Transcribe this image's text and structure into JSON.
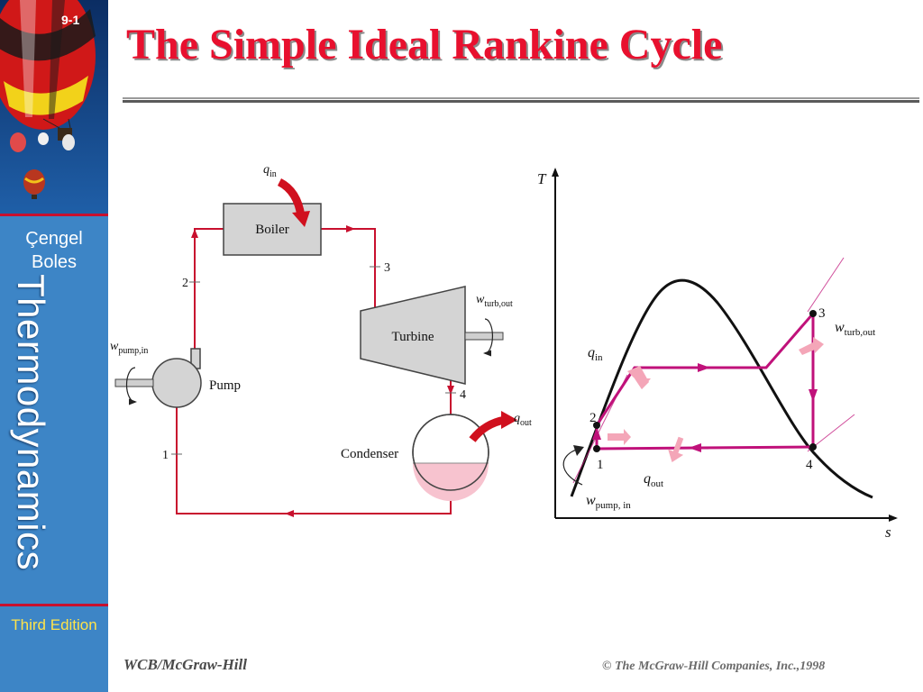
{
  "sidebar": {
    "slide_number": "9-1",
    "author_line_1": "Çengel",
    "author_line_2": "Boles",
    "book_title": "Thermodynamics",
    "edition": "Third Edition"
  },
  "slide": {
    "title": "The Simple Ideal Rankine Cycle"
  },
  "cycle_diagram": {
    "components": {
      "boiler": "Boiler",
      "turbine": "Turbine",
      "pump": "Pump",
      "condenser": "Condenser"
    },
    "state_labels": [
      "1",
      "2",
      "3",
      "4"
    ],
    "q_in": {
      "main": "q",
      "sub": "in"
    },
    "q_out": {
      "main": "q",
      "sub": "out"
    },
    "w_turb_out": {
      "main": "w",
      "sub": "turb,out"
    },
    "w_pump_in": {
      "main": "w",
      "sub": "pump,in"
    }
  },
  "ts_diagram": {
    "y_axis_label": "T",
    "x_axis_label": "s",
    "state_labels": [
      "1",
      "2",
      "3",
      "4"
    ],
    "q_in": {
      "main": "q",
      "sub": "in"
    },
    "q_out": {
      "main": "q",
      "sub": "out"
    },
    "w_turb_out": {
      "main": "w",
      "sub": "turb,out"
    },
    "w_pump_in": {
      "main": "w",
      "sub": "pump, in"
    }
  },
  "footer": {
    "publisher": "WCB/McGraw-Hill",
    "copyright": "© The McGraw-Hill Companies, Inc.,1998"
  },
  "colors": {
    "sidebar_blue": "#3d85c6",
    "title_red": "#e8102e",
    "cycle_line": "#c8102e",
    "ts_process": "#c0117a",
    "heat_arrow_light": "#f4a6b8"
  }
}
